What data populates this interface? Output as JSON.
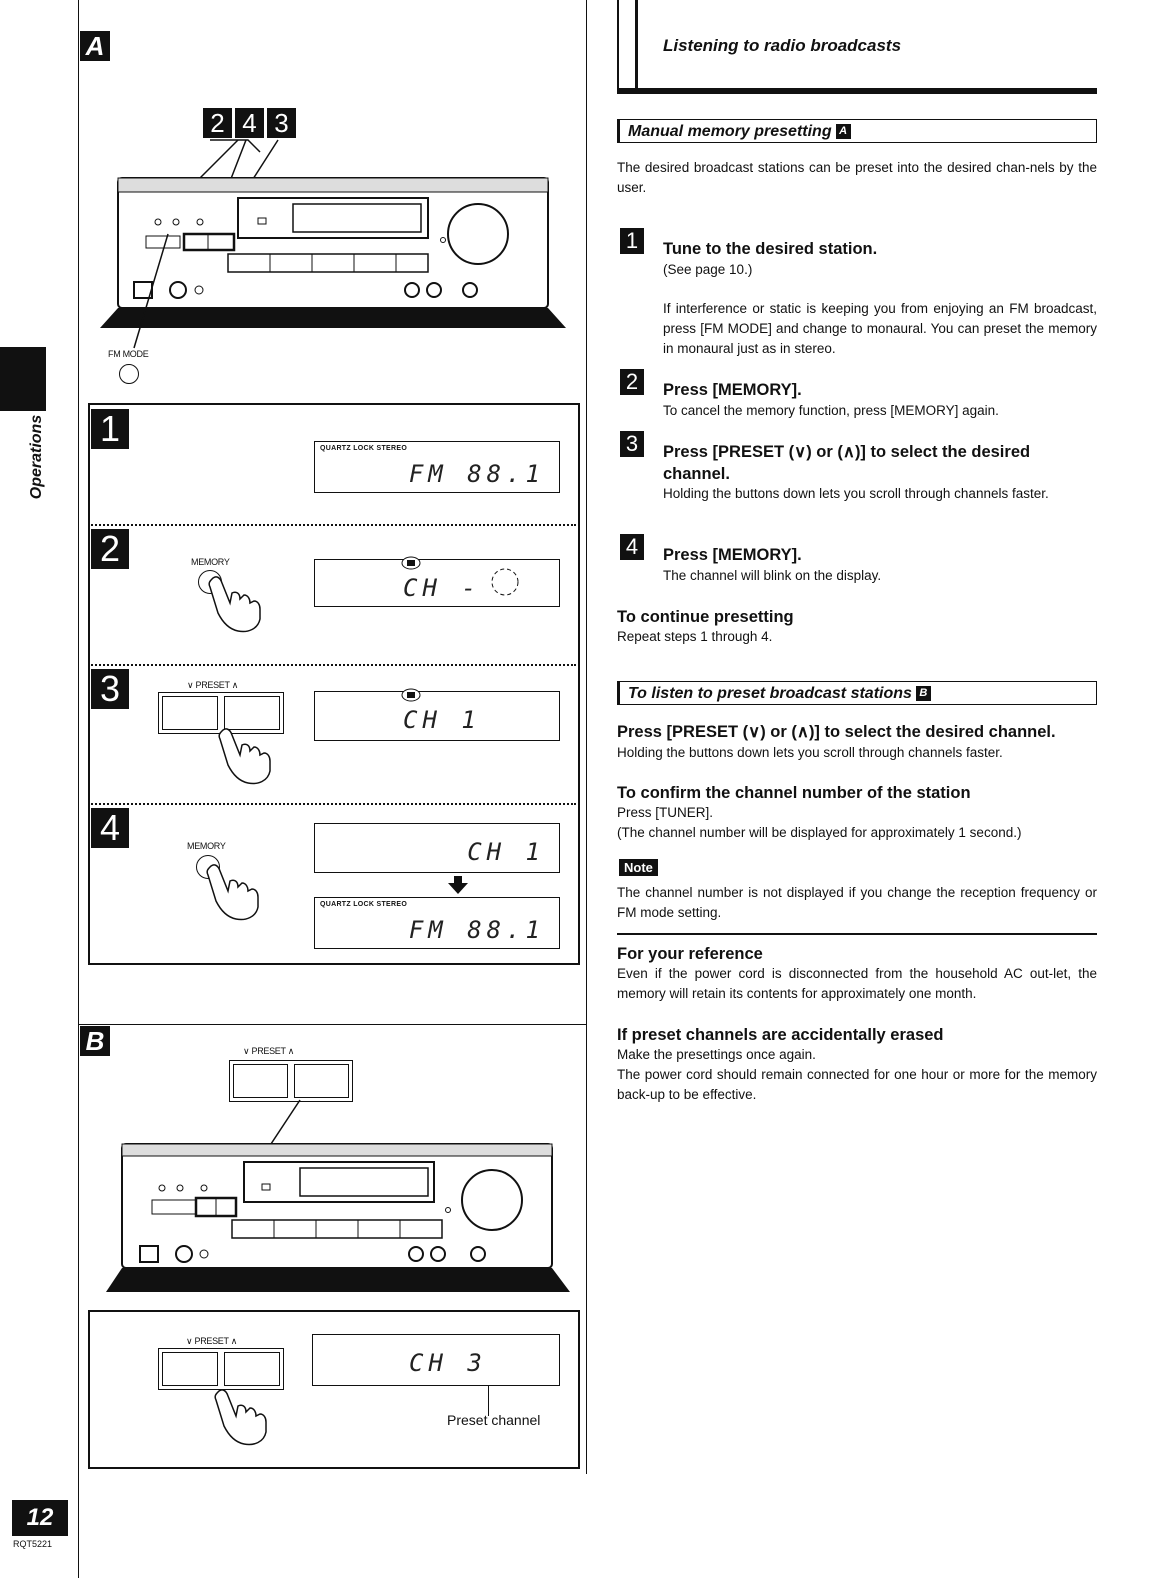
{
  "left": {
    "section_a_tag": "A",
    "section_b_tag": "B",
    "callout_nums": [
      "2",
      "4",
      "3"
    ],
    "fm_mode_label": "FM MODE",
    "steps": [
      {
        "num": "1",
        "lcd_caption": "QUARTZ LOCK   STEREO",
        "lcd_text": "FM   88.1"
      },
      {
        "num": "2",
        "button_label": "MEMORY",
        "lcd_text": "CH -"
      },
      {
        "num": "3",
        "button_label": "∨ PRESET ∧",
        "lcd_text": "CH 1"
      },
      {
        "num": "4",
        "button_label": "MEMORY",
        "lcd_text": "CH   1",
        "lcd2_caption": "QUARTZ LOCK   STEREO",
        "lcd2_text": "FM   88.1"
      }
    ],
    "b_top_label": "∨ PRESET ∧",
    "b_panel_label": "∨ PRESET ∧",
    "b_lcd_text": "CH 3",
    "preset_channel_label": "Preset channel"
  },
  "side_tab": "Operations",
  "footer": {
    "page_number": "12",
    "code": "RQT5221"
  },
  "right": {
    "page_title": "Listening to radio broadcasts",
    "manual_title": "Manual memory presetting",
    "manual_tag": "A",
    "intro": "The desired broadcast stations can be preset into the desired chan-nels by the user.",
    "steps": [
      {
        "num": "1",
        "title": "Tune to the desired station.",
        "sub": "(See page 10.)",
        "extra": "If interference or static is keeping you from enjoying an FM broadcast, press [FM MODE] and change to monaural. You can preset the memory in monaural just as in stereo."
      },
      {
        "num": "2",
        "title": "Press [MEMORY].",
        "sub": "To cancel the memory function, press [MEMORY] again."
      },
      {
        "num": "3",
        "title": "Press [PRESET (∨) or (∧)] to select the desired channel.",
        "sub": "Holding the buttons down lets you scroll through channels faster."
      },
      {
        "num": "4",
        "title": "Press [MEMORY].",
        "sub": "The channel will blink on the display."
      }
    ],
    "continue_title": "To continue presetting",
    "continue_text": "Repeat steps 1 through 4.",
    "listen_title": "To listen to preset broadcast stations",
    "listen_tag": "B",
    "press_preset_title": "Press [PRESET (∨) or (∧)] to select the desired channel.",
    "press_preset_text": "Holding the buttons down lets you scroll through channels faster.",
    "confirm_title": "To confirm the channel number of the station",
    "confirm_line1": "Press [TUNER].",
    "confirm_line2": "(The channel number will be displayed for approximately 1 second.)",
    "note_label": "Note",
    "note_text": "The channel number is not displayed if you change the reception frequency or FM mode setting.",
    "reference_title": "For your reference",
    "reference_text": "Even if the power cord is disconnected from the household AC out-let, the memory will retain its contents for approximately one month.",
    "erased_title": "If preset channels are accidentally erased",
    "erased_line1": "Make the presettings once again.",
    "erased_line2": "The power cord should remain connected for one hour or more for the memory back-up to be effective."
  }
}
